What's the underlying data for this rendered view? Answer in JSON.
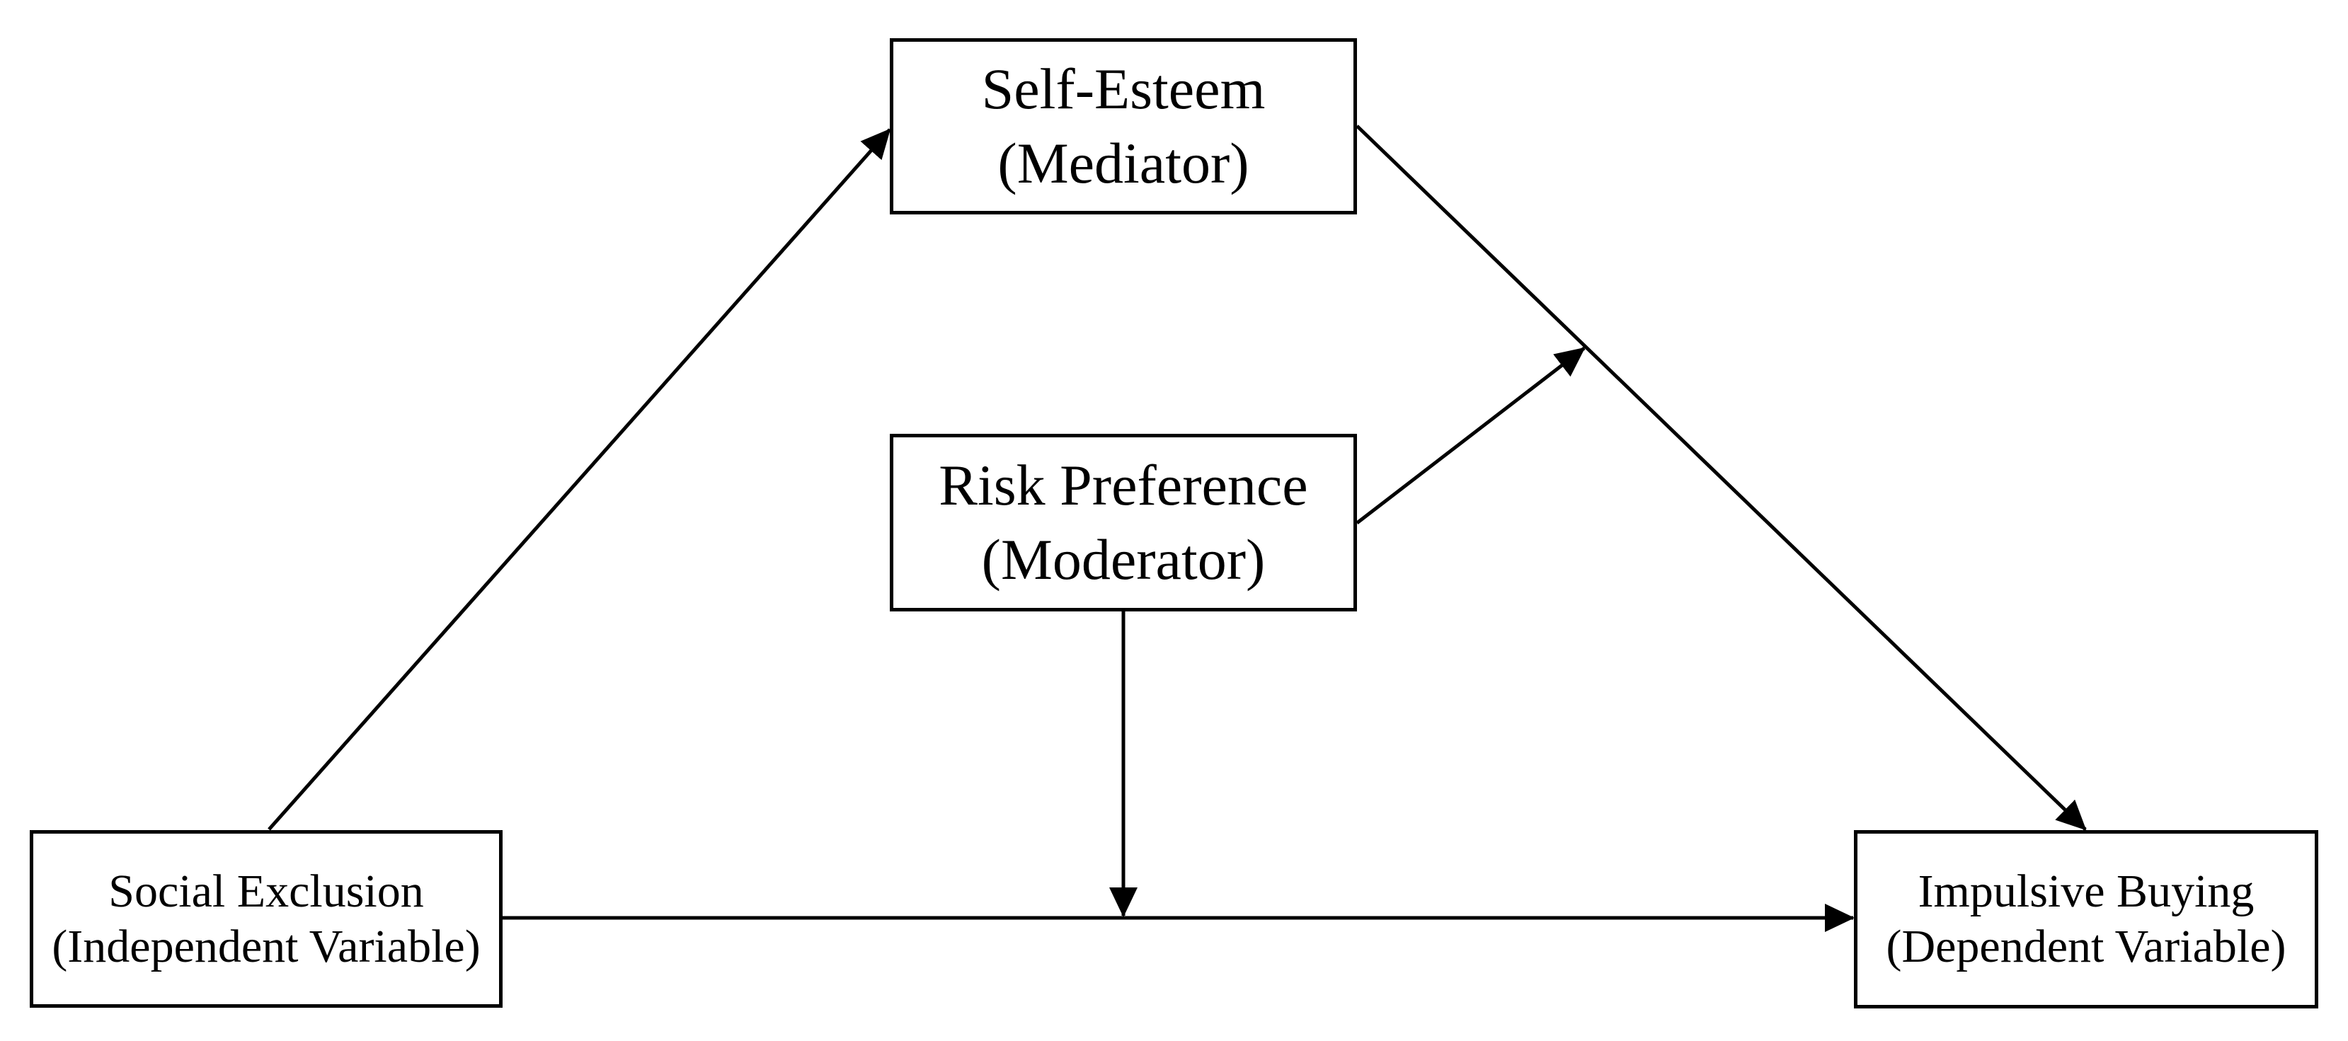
{
  "diagram": {
    "nodes": {
      "mediator": {
        "title": "Self-Esteem",
        "role": "(Mediator)"
      },
      "moderator": {
        "title": "Risk Preference",
        "role": "(Moderator)"
      },
      "independent": {
        "title": "Social Exclusion",
        "role": "(Independent Variable)"
      },
      "dependent": {
        "title": "Impulsive Buying",
        "role": "(Dependent Variable)"
      }
    },
    "edges": [
      {
        "from": "Social Exclusion",
        "to": "Self-Esteem",
        "kind": "arrow"
      },
      {
        "from": "Self-Esteem",
        "to": "Impulsive Buying",
        "kind": "arrow"
      },
      {
        "from": "Social Exclusion",
        "to": "Impulsive Buying",
        "kind": "arrow"
      },
      {
        "from": "Risk Preference",
        "to": "path: Self-Esteem to Impulsive Buying",
        "kind": "moderation-arrow"
      },
      {
        "from": "Risk Preference",
        "to": "path: Social Exclusion to Impulsive Buying",
        "kind": "moderation-arrow"
      }
    ],
    "colors": {
      "background": "#ffffff",
      "box_border": "#000000",
      "text": "#000000",
      "arrow": "#000000"
    }
  }
}
